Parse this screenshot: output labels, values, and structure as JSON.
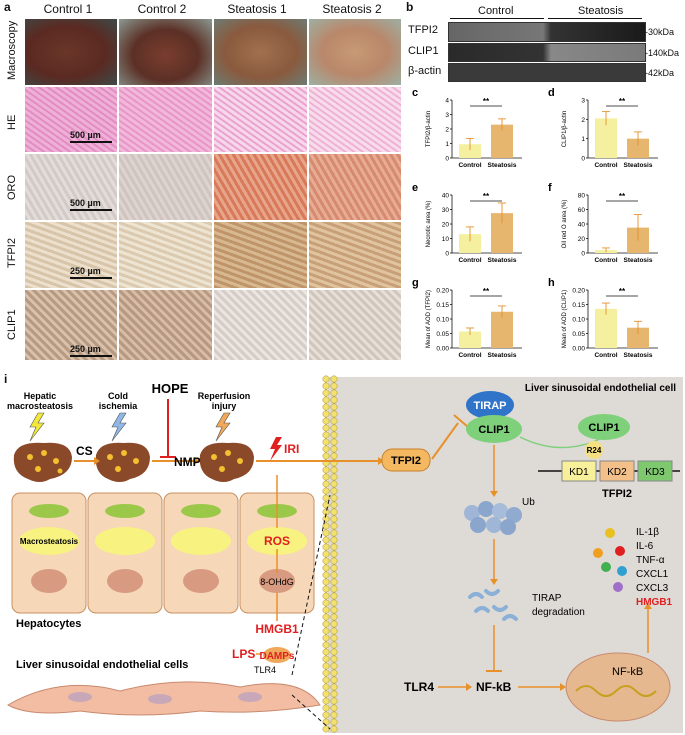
{
  "panel_a": {
    "letter": "a",
    "columns": [
      "Control 1",
      "Control 2",
      "Steatosis 1",
      "Steatosis 2"
    ],
    "rows": [
      "Macroscopy",
      "HE",
      "ORO",
      "TFPI2",
      "CLIP1"
    ],
    "scalebars": {
      "he": "500 µm",
      "oro": "500 µm",
      "tfpi2": "250 µm",
      "clip1": "250 µm"
    }
  },
  "panel_b": {
    "letter": "b",
    "groups": [
      "Control",
      "Steatosis"
    ],
    "bands": [
      {
        "name": "TFPI2",
        "kda": "-30kDa"
      },
      {
        "name": "CLIP1",
        "kda": "-140kDa"
      },
      {
        "name": "β-actin",
        "kda": "-42kDa"
      }
    ]
  },
  "chart_data": [
    {
      "panel": "c",
      "type": "bar",
      "categories": [
        "Control",
        "Steatosis"
      ],
      "values": [
        0.95,
        2.3
      ],
      "errors": [
        0.4,
        0.4
      ],
      "ylabel": "TFPI2/β-actin",
      "ylim": [
        0,
        4
      ],
      "yticks": [
        "0",
        "1",
        "2",
        "3",
        "4"
      ],
      "significance": "**",
      "colors": [
        "#f4f0a0",
        "#e6b56e"
      ]
    },
    {
      "panel": "d",
      "type": "bar",
      "categories": [
        "Control",
        "Steatosis"
      ],
      "values": [
        2.05,
        1.0
      ],
      "errors": [
        0.35,
        0.35
      ],
      "ylabel": "CLIP1/β-actin",
      "ylim": [
        0,
        3
      ],
      "yticks": [
        "0",
        "1",
        "2",
        "3"
      ],
      "significance": "**",
      "colors": [
        "#f4f0a0",
        "#e6b56e"
      ]
    },
    {
      "panel": "e",
      "type": "bar",
      "categories": [
        "Control",
        "Steatosis"
      ],
      "values": [
        13,
        27.5
      ],
      "errors": [
        5,
        7
      ],
      "ylabel": "Necrotic area (%)",
      "ylim": [
        0,
        40
      ],
      "yticks": [
        "0",
        "10",
        "20",
        "30",
        "40"
      ],
      "significance": "**",
      "colors": [
        "#f4f0a0",
        "#e6b56e"
      ]
    },
    {
      "panel": "f",
      "type": "bar",
      "categories": [
        "Control",
        "Steatosis"
      ],
      "values": [
        4,
        35
      ],
      "errors": [
        3,
        18
      ],
      "ylabel": "Oil red O area (%)",
      "ylim": [
        0,
        80
      ],
      "yticks": [
        "0",
        "20",
        "40",
        "60",
        "80"
      ],
      "significance": "**",
      "colors": [
        "#f4f0a0",
        "#e6b56e"
      ]
    },
    {
      "panel": "g",
      "type": "bar",
      "categories": [
        "Control",
        "Steatosis"
      ],
      "values": [
        0.057,
        0.125
      ],
      "errors": [
        0.012,
        0.02
      ],
      "ylabel": "Mean of AOD (TFPI2)",
      "ylim": [
        0,
        0.2
      ],
      "yticks": [
        "0.00",
        "0.05",
        "0.10",
        "0.15",
        "0.20"
      ],
      "significance": "**",
      "colors": [
        "#f4f0a0",
        "#e6b56e"
      ]
    },
    {
      "panel": "h",
      "type": "bar",
      "categories": [
        "Control",
        "Steatosis"
      ],
      "values": [
        0.135,
        0.07
      ],
      "errors": [
        0.02,
        0.022
      ],
      "ylabel": "Mean of AOD (CLIP1)",
      "ylim": [
        0,
        0.2
      ],
      "yticks": [
        "0.00",
        "0.05",
        "0.10",
        "0.15",
        "0.20"
      ],
      "significance": "**",
      "colors": [
        "#f4f0a0",
        "#e6b56e"
      ]
    }
  ],
  "panel_i": {
    "letter": "i",
    "left": {
      "steps": [
        "Hepatic macrosteatosis",
        "Cold ischemia",
        "Reperfusion injury"
      ],
      "hope": "HOPE",
      "cs": "CS",
      "nmp": "NMP",
      "iri": "IRI",
      "macrosteatosis": "Macrosteatosis",
      "ros": "ROS",
      "ohdg": "8-OHdG",
      "hepatocytes": "Hepatocytes",
      "hmgb1": "HMGB1",
      "lps": "LPS",
      "damps": "DAMPs",
      "tlr4": "TLR4",
      "lsec": "Liver sinusoidal endothelial cells"
    },
    "right": {
      "title": "Liver sinusoidal endothelial cell",
      "tfpi2": "TFPI2",
      "tirap": "TIRAP",
      "clip1": "CLIP1",
      "clip1_bound": "CLIP1",
      "r24": "R24",
      "domains": [
        "KD1",
        "KD2",
        "KD3"
      ],
      "tfpi2_domain_label": "TFPI2",
      "ub": "Ub",
      "tirap_deg": "TIRAP degradation",
      "tlr4": "TLR4",
      "nfkb": "NF-kB",
      "nfkb_nucleus": "NF-kB",
      "cytokines": [
        "IL-1β",
        "IL-6",
        "TNF-α",
        "CXCL1",
        "CXCL3",
        "HMGB1"
      ]
    }
  },
  "colors": {
    "accent_orange": "#e8902a",
    "red": "#e02020",
    "tirap_blue": "#2f74c8",
    "clip1_green": "#7ed07a",
    "kd1": "#f7ef9a",
    "kd2": "#f4c08a",
    "kd3": "#7ec86e"
  }
}
